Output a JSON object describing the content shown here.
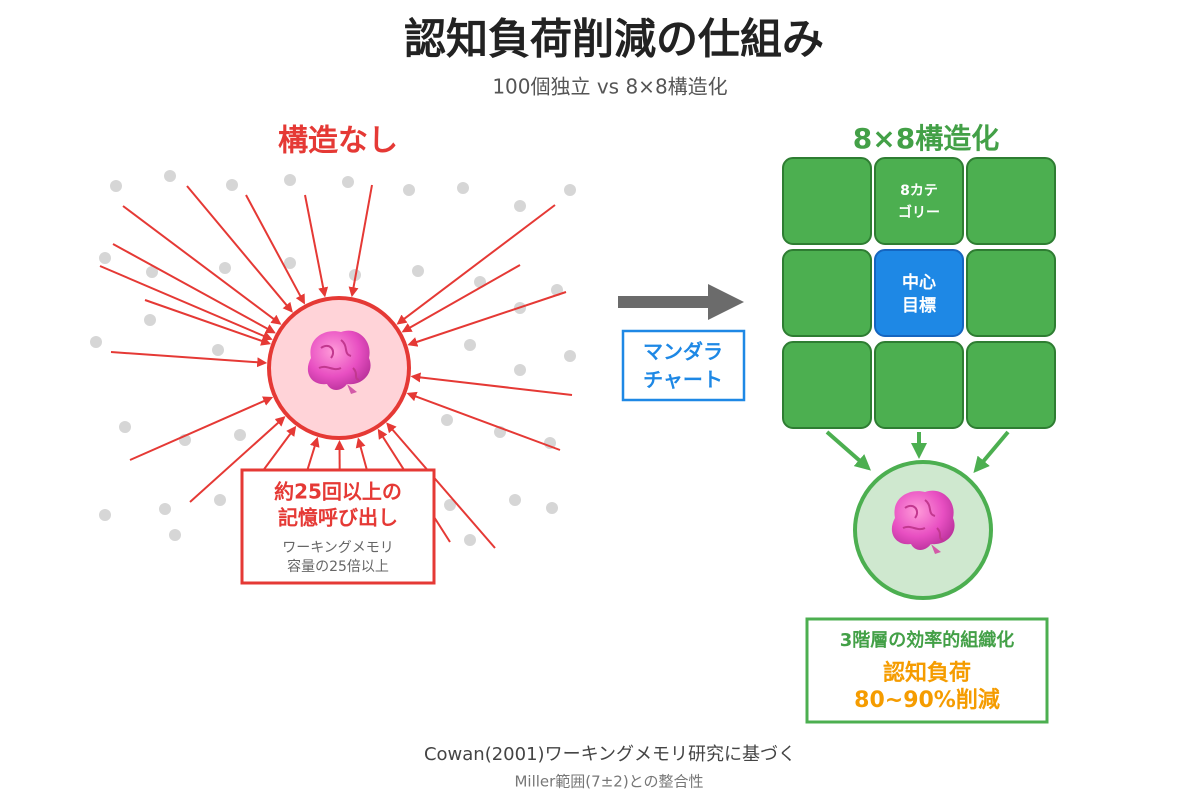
{
  "title": "認知負荷削減の仕組み",
  "subtitle": "100個独立 vs 8×8構造化",
  "left": {
    "heading": "構造なし",
    "box_line1": "約25回以上の",
    "box_line2": "記憶呼び出し",
    "box_sub1": "ワーキングメモリ",
    "box_sub2": "容量の25倍以上"
  },
  "middle": {
    "label_line1": "マンダラ",
    "label_line2": "チャート"
  },
  "right": {
    "heading": "8×8構造化",
    "category_line1": "8カテ",
    "category_line2": "ゴリー",
    "center_line1": "中心",
    "center_line2": "目標",
    "box_title": "3階層の効率的組織化",
    "box_line1": "認知負荷",
    "box_line2": "80~90%削減"
  },
  "footer": {
    "line1": "Cowan(2001)ワーキングメモリ研究に基づく",
    "line2": "Miller範囲(7±2)との整合性"
  },
  "colors": {
    "red": "#e53935",
    "green": "#43a047",
    "blue": "#1e88e5",
    "orange": "#f59c00",
    "gray": "#666666",
    "arrow_gray": "#6b6b6b"
  }
}
